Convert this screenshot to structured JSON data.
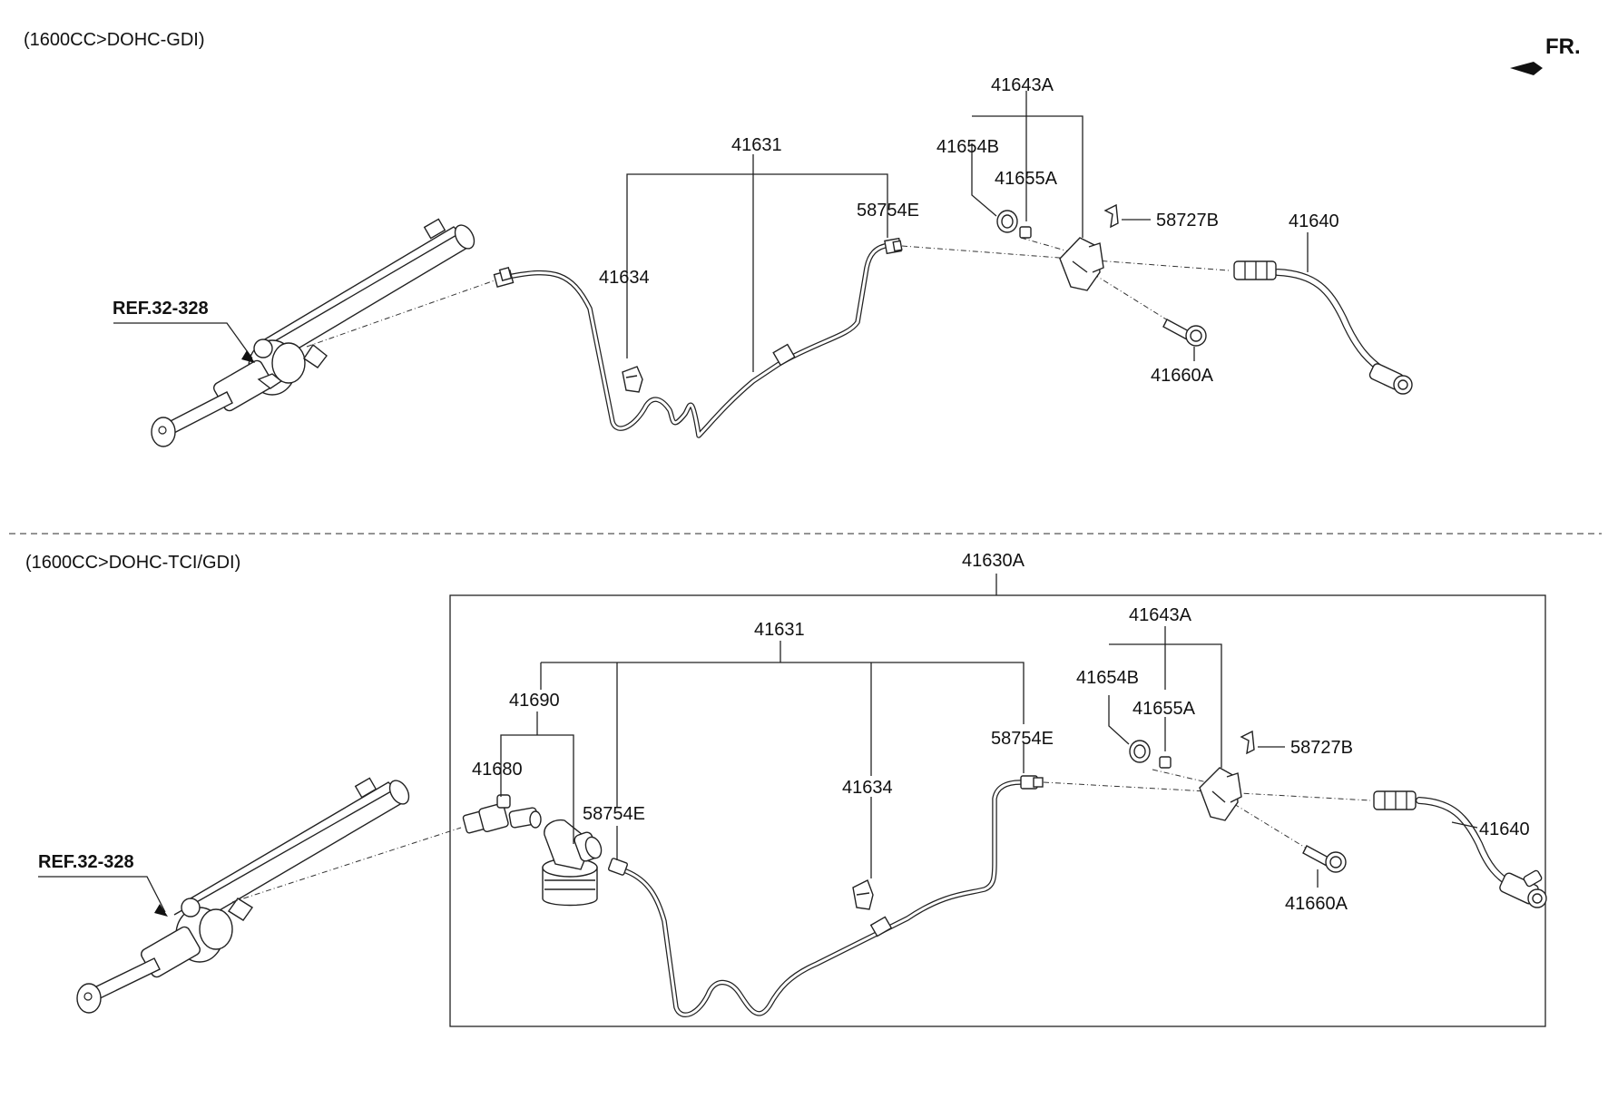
{
  "sections": {
    "top_header": "(1600CC>DOHC-GDI)",
    "bottom_header": "(1600CC>DOHC-TCI/GDI)",
    "front_indicator": "FR."
  },
  "top": {
    "ref": "REF.32-328",
    "p41631": "41631",
    "p41634": "41634",
    "p58754E": "58754E",
    "p41643A": "41643A",
    "p41654B": "41654B",
    "p41655A": "41655A",
    "p58727B": "58727B",
    "p41640": "41640",
    "p41660A": "41660A"
  },
  "bottom": {
    "ref": "REF.32-328",
    "p41630A": "41630A",
    "p41631": "41631",
    "p41690": "41690",
    "p41680": "41680",
    "p58754E_left": "58754E",
    "p41634": "41634",
    "p58754E_right": "58754E",
    "p41643A": "41643A",
    "p41654B": "41654B",
    "p41655A": "41655A",
    "p58727B": "58727B",
    "p41640": "41640",
    "p41660A": "41660A"
  }
}
